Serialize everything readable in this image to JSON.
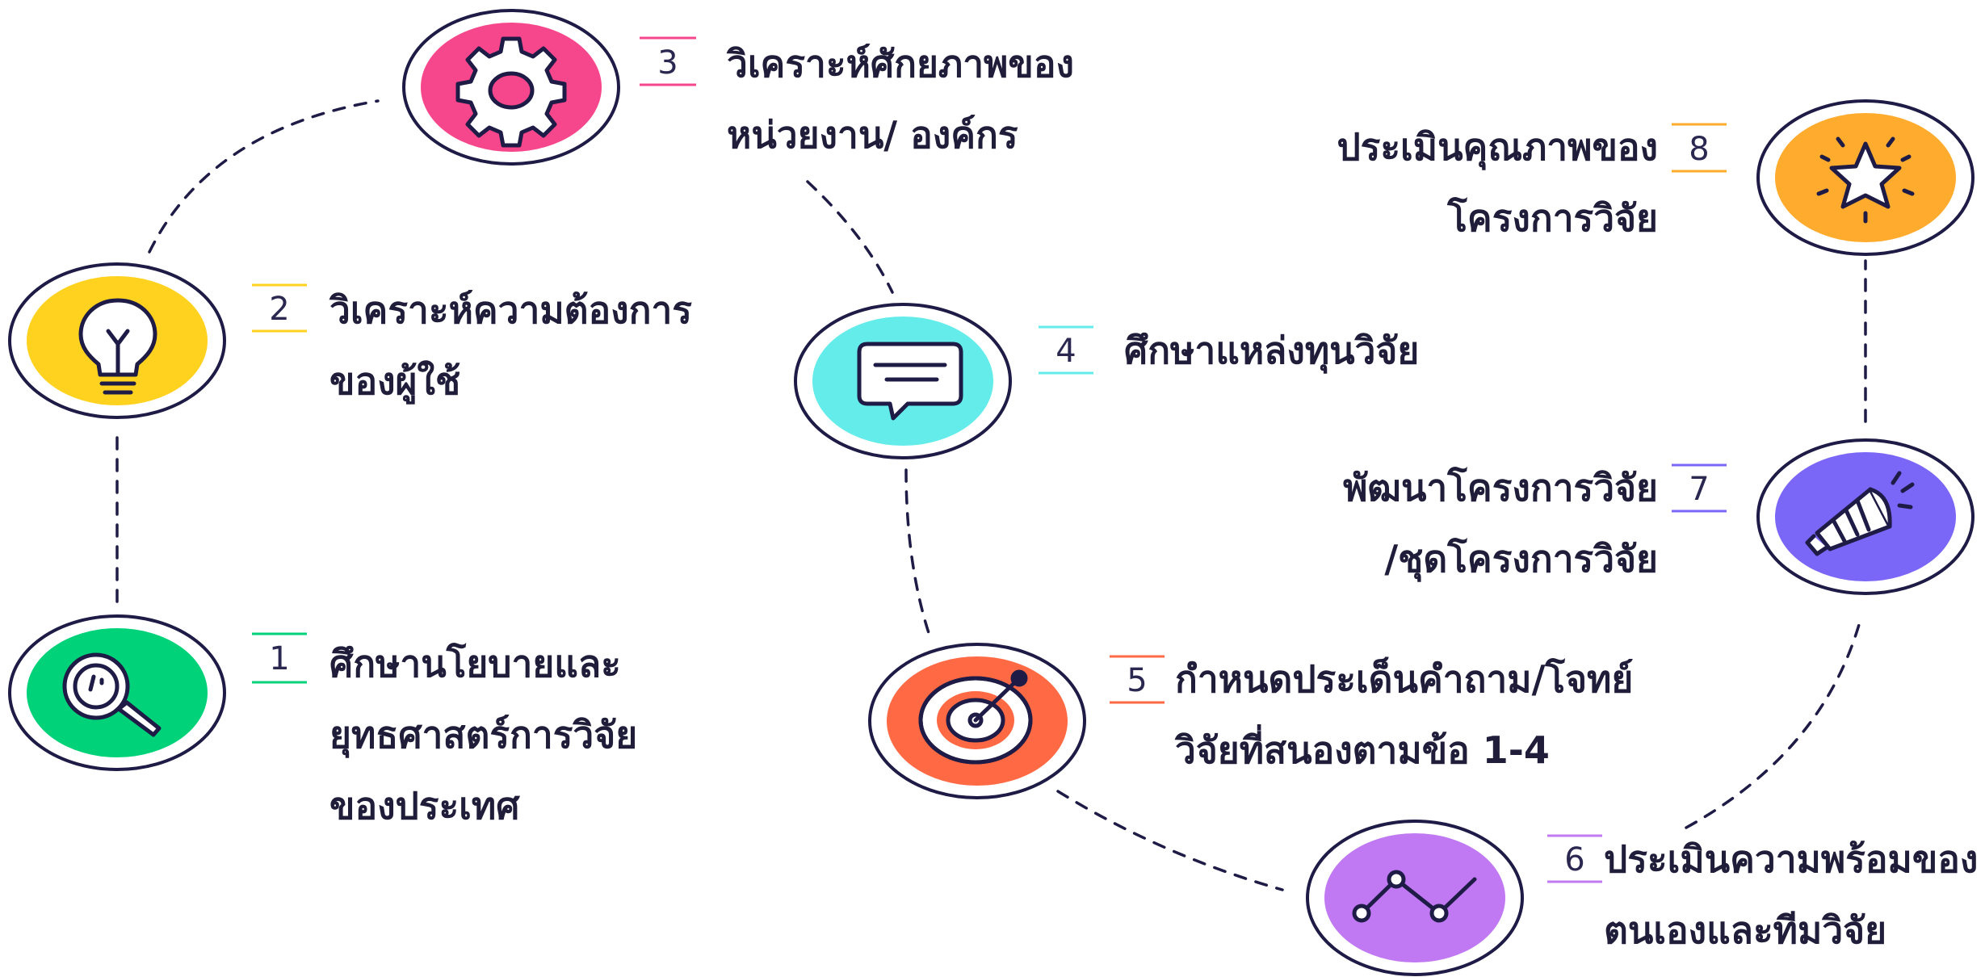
{
  "colors": {
    "outline": "#1e1c46",
    "text": "#1f1d3a",
    "step1": "#00d27a",
    "step2": "#ffd220",
    "step3": "#f7478c",
    "step4": "#63ecea",
    "step5": "#ff6a45",
    "step6": "#c079f2",
    "step7": "#7a67f7",
    "step8": "#ffab2e"
  },
  "steps": [
    {
      "number": "1",
      "icon": "magnifier-icon",
      "lines": [
        "ศึกษานโยบายและ",
        "ยุทธศาสตร์การวิจัย",
        "ของประเทศ"
      ]
    },
    {
      "number": "2",
      "icon": "lightbulb-icon",
      "lines": [
        "วิเคราะห์ความต้องการ",
        "ของผู้ใช้"
      ]
    },
    {
      "number": "3",
      "icon": "gear-icon",
      "lines": [
        "วิเคราะห์ศักยภาพของ",
        "หน่วยงาน/ องค์กร"
      ]
    },
    {
      "number": "4",
      "icon": "chat-bubble-icon",
      "lines": [
        "ศึกษาแหล่งทุนวิจัย"
      ]
    },
    {
      "number": "5",
      "icon": "target-icon",
      "lines": [
        "กำหนดประเด็นคำถาม/โจทย์",
        "วิจัยที่สนองตามข้อ 1-4"
      ]
    },
    {
      "number": "6",
      "icon": "line-graph-icon",
      "lines": [
        "ประเมินความพร้อมของ",
        "ตนเองและทีมวิจัย"
      ]
    },
    {
      "number": "7",
      "icon": "megaphone-icon",
      "lines": [
        "พัฒนาโครงการวิจัย",
        "/ชุดโครงการวิจัย"
      ]
    },
    {
      "number": "8",
      "icon": "star-icon",
      "lines": [
        "ประเมินคุณภาพของ",
        "โครงการวิจัย"
      ]
    }
  ]
}
